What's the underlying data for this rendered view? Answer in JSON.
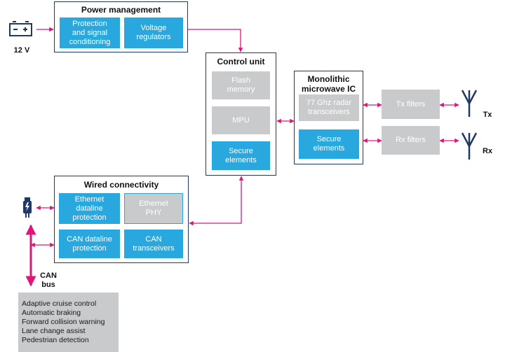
{
  "power": {
    "title": "Power management",
    "protection": "Protection\nand signal\nconditioning",
    "regulators": "Voltage\nregulators"
  },
  "battery": {
    "label": "12 V"
  },
  "control": {
    "title": "Control unit",
    "flash": "Flash\nmemory",
    "mpu": "MPU",
    "secure": "Secure\nelements"
  },
  "mmic": {
    "title": "Monolithic\nmicrowave IC",
    "transceivers": "77 Ghz radar\ntransceivers",
    "secure": "Secure\nelements"
  },
  "filters": {
    "tx": "Tx filters",
    "rx": "Rx filters"
  },
  "antennas": {
    "tx": "Tx",
    "rx": "Rx"
  },
  "wired": {
    "title": "Wired connectivity",
    "eth_protection": "Ethernet\ndataline\nprotection",
    "eth_phy": "Ethernet\nPHY",
    "can_protection": "CAN dataline\nprotection",
    "can_transceivers": "CAN\ntransceivers"
  },
  "can_bus": {
    "label": "CAN\nbus"
  },
  "use_cases": [
    "Adaptive cruise control",
    "Automatic braking",
    "Forward collision warning",
    "Lane change assist",
    "Pedestrian detection"
  ],
  "colors": {
    "accent": "#29a7df",
    "inactive": "#c8cacc",
    "border": "#1f3864",
    "connector": "#e0157a"
  }
}
